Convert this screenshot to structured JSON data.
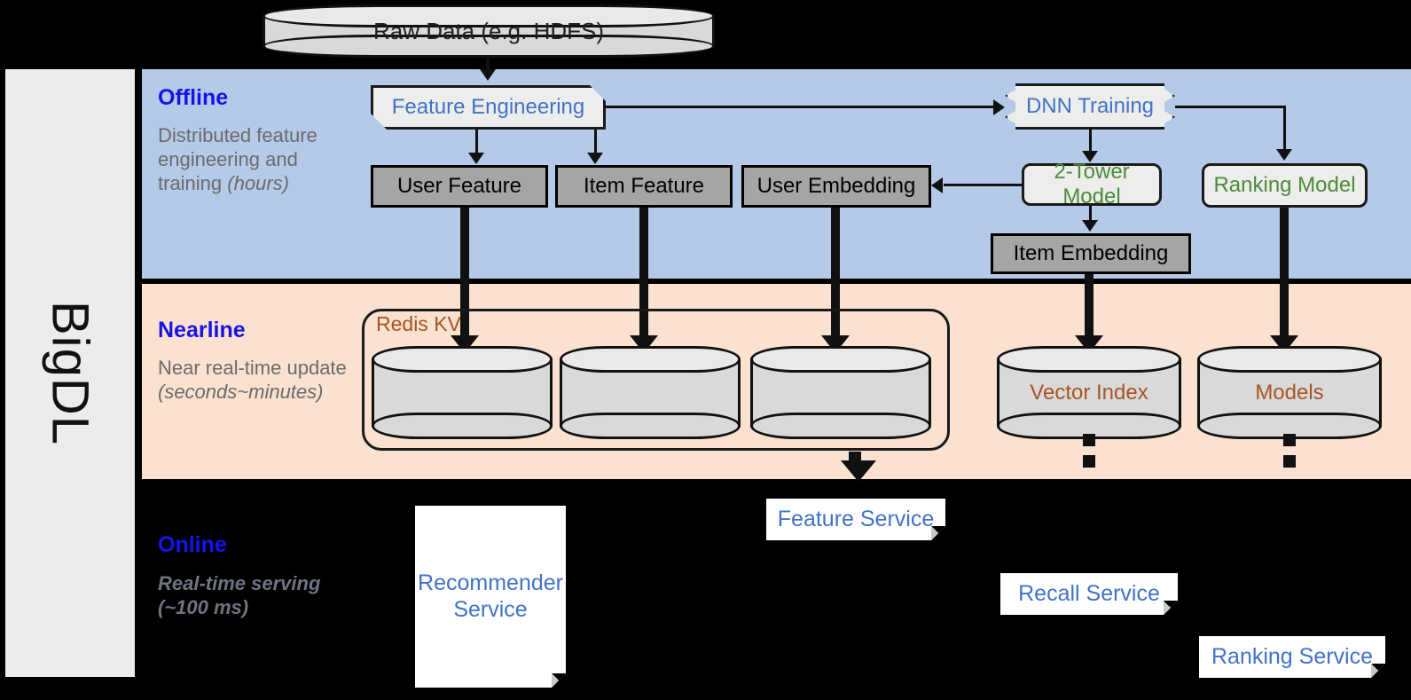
{
  "framework": {
    "name": "BigDL"
  },
  "source": {
    "label": "Raw Data (e.g. HDFS)"
  },
  "bands": {
    "offline": {
      "title": "Offline",
      "subtitle_plain": "Distributed feature engineering and training ",
      "subtitle_italic": "(hours)"
    },
    "nearline": {
      "title": "Nearline",
      "subtitle_plain": "Near real-time update ",
      "subtitle_italic": "(seconds~minutes)"
    },
    "online": {
      "title": "Online",
      "subtitle_plain": "Real-time serving ",
      "subtitle_italic": "(~100 ms)"
    }
  },
  "offline_nodes": {
    "feature_engineering": "Feature Engineering",
    "dnn_training": "DNN Training",
    "user_feature": "User Feature",
    "item_feature": "Item Feature",
    "user_embedding": "User Embedding",
    "two_tower_model": "2-Tower Model",
    "ranking_model": "Ranking Model",
    "item_embedding": "Item Embedding"
  },
  "nearline_nodes": {
    "redis_kv": "Redis KV",
    "store_user_feature": "",
    "store_item_feature": "",
    "store_user_embedding": "",
    "vector_index": "Vector Index",
    "models": "Models"
  },
  "online_nodes": {
    "recommender_service": "Recommender Service",
    "feature_service": "Feature Service",
    "recall_service": "Recall Service",
    "ranking_service": "Ranking Service"
  },
  "colors": {
    "offline_band": "#b4cae8",
    "nearline_band": "#fae1d0",
    "online_band": "#000000",
    "band_title": "#1414e6",
    "band_subtitle": "#6b6b6b",
    "process_blue": "#4272c8",
    "model_green": "#4b8b3b",
    "store_brown": "#a85422",
    "data_box_gray": "#a5a5a5",
    "process_box_gray": "#ededeb",
    "sidebar_gray": "#ececec"
  }
}
